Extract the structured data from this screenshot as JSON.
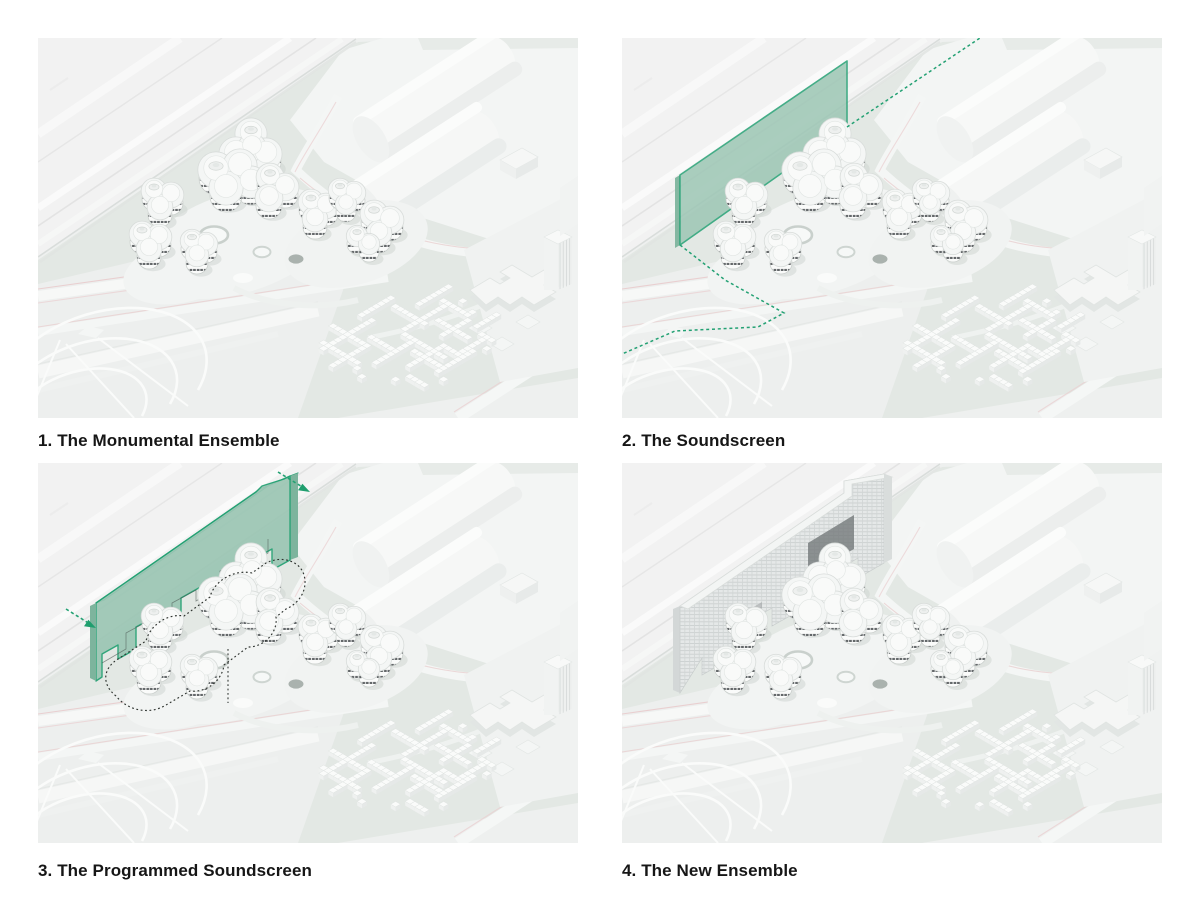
{
  "figure": {
    "type": "architectural-concept-sequence",
    "panels": [
      {
        "caption": "1. The Monumental Ensemble",
        "overlays": []
      },
      {
        "caption": "2. The Soundscreen",
        "overlays": [
          "soundscreen-wall",
          "soundscreen-trace-ne",
          "soundscreen-trace-sw"
        ]
      },
      {
        "caption": "3. The Programmed Soundscreen",
        "overlays": [
          "programmed-volume",
          "programmed-footprint-outline",
          "extend-arrow-ne",
          "extend-arrow-sw"
        ]
      },
      {
        "caption": "4. The New Ensemble",
        "overlays": [
          "new-slab-building"
        ]
      }
    ]
  },
  "colors": {
    "paper": "#ffffff",
    "ink": "#161616",
    "ink_dotted": "#2e332f",
    "ground": "#eef0ef",
    "lawn": "#e3e8e4",
    "pad": "#f3f5f4",
    "building_white": "#f6f7f6",
    "building_edge": "#dcе0de",
    "window_dark": "#575b5e",
    "road_pink": "#e9cfd0",
    "green_stroke": "#23a173",
    "green_dash": "#1f9e6e",
    "green_fill": "#9cc6b4",
    "green_top": "#cfe3da",
    "green_side": "#7db49d"
  }
}
